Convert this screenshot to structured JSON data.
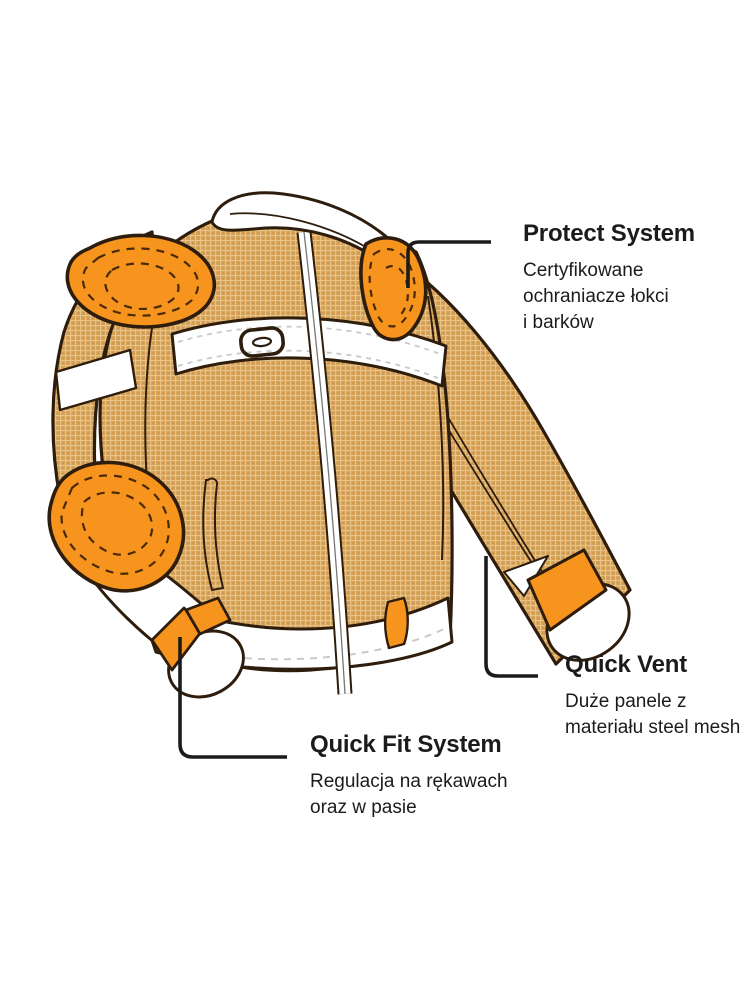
{
  "colors": {
    "ink": "#1b1b1b",
    "orange": "#F7941E",
    "tan-base": "#D5A055",
    "tan-grid": "#E8C488",
    "tan-dot": "#BE8E44",
    "outline": "#2E1D0C",
    "stitch-dark": "#4a2a06",
    "stitch-light": "#c9c9c9",
    "white": "#ffffff"
  },
  "annotations": {
    "protect": {
      "title": "Protect System",
      "body": "Certyfikowane\nochraniacze łokci\ni barków"
    },
    "vent": {
      "title": "Quick Vent",
      "body": "Duże panele z\nmateriału steel mesh"
    },
    "fit": {
      "title": "Quick Fit System",
      "body": "Regulacja na rękawach\noraz w pasie"
    }
  }
}
